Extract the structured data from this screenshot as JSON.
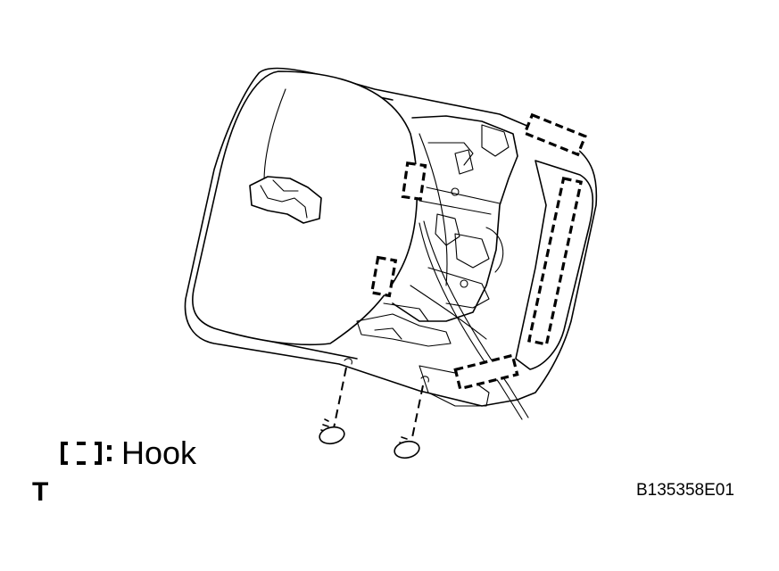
{
  "legend": {
    "hook_label": "Hook"
  },
  "corner_letter": "T",
  "figure_code": "B135358E01"
}
